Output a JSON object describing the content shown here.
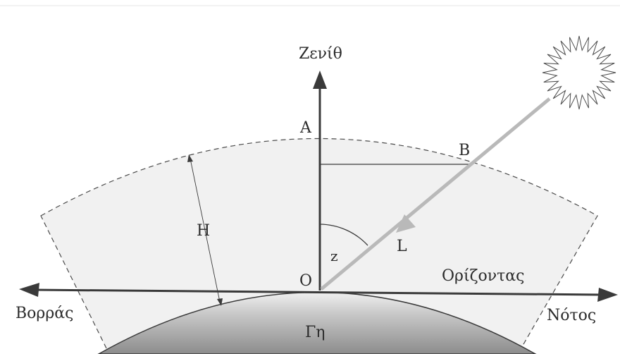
{
  "labels": {
    "zenith": "Ζενίθ",
    "point_a": "A",
    "point_b": "B",
    "height_h": "H",
    "angle_z": "z",
    "path_l": "L",
    "origin_o": "O",
    "horizon": "Ορίζοντας",
    "north": "Βορράς",
    "south": "Νότος",
    "earth": "Γη"
  },
  "colors": {
    "background": "#ffffff",
    "atmosphere": "#f1f1f1",
    "line": "#3a3a3a",
    "sun_ray": "#b9b9b9",
    "earth_light": "#f0f0f0",
    "earth_dark": "#8c8c8c"
  },
  "icons": {
    "sun": "sun-icon"
  }
}
